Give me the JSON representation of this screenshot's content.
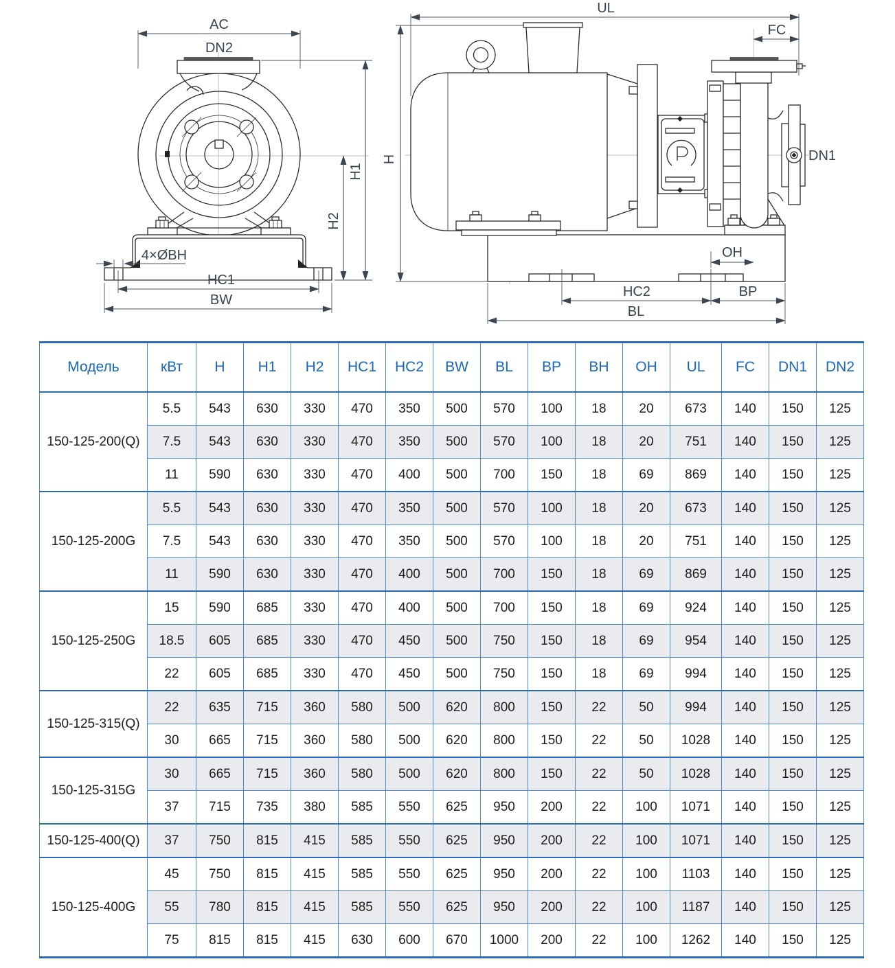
{
  "drawing": {
    "front_view": {
      "labels": {
        "ac": "AC",
        "dn2": "DN2",
        "h1": "H1",
        "h2": "H2",
        "bolt_holes": "4×ØBH",
        "hc1": "HC1",
        "bw": "BW"
      }
    },
    "side_view": {
      "labels": {
        "ul": "UL",
        "fc": "FC",
        "h": "H",
        "dn1": "DN1",
        "oh": "OH",
        "hc2": "HC2",
        "bp": "BP",
        "bl": "BL"
      }
    }
  },
  "table": {
    "headers": [
      "Модель",
      "кВт",
      "H",
      "H1",
      "H2",
      "HC1",
      "HC2",
      "BW",
      "BL",
      "BP",
      "BH",
      "OH",
      "UL",
      "FC",
      "DN1",
      "DN2"
    ],
    "groups": [
      {
        "model": "150-125-200(Q)",
        "rows": [
          [
            "5.5",
            "543",
            "630",
            "330",
            "470",
            "350",
            "500",
            "570",
            "100",
            "18",
            "20",
            "673",
            "140",
            "150",
            "125"
          ],
          [
            "7.5",
            "543",
            "630",
            "330",
            "470",
            "350",
            "500",
            "570",
            "100",
            "18",
            "20",
            "751",
            "140",
            "150",
            "125"
          ],
          [
            "11",
            "590",
            "630",
            "330",
            "470",
            "400",
            "500",
            "700",
            "150",
            "18",
            "69",
            "869",
            "140",
            "150",
            "125"
          ]
        ]
      },
      {
        "model": "150-125-200G",
        "rows": [
          [
            "5.5",
            "543",
            "630",
            "330",
            "470",
            "350",
            "500",
            "570",
            "100",
            "18",
            "20",
            "673",
            "140",
            "150",
            "125"
          ],
          [
            "7.5",
            "543",
            "630",
            "330",
            "470",
            "350",
            "500",
            "570",
            "100",
            "18",
            "20",
            "751",
            "140",
            "150",
            "125"
          ],
          [
            "11",
            "590",
            "630",
            "330",
            "470",
            "400",
            "500",
            "700",
            "150",
            "18",
            "69",
            "869",
            "140",
            "150",
            "125"
          ]
        ]
      },
      {
        "model": "150-125-250G",
        "rows": [
          [
            "15",
            "590",
            "685",
            "330",
            "470",
            "400",
            "500",
            "700",
            "150",
            "18",
            "69",
            "924",
            "140",
            "150",
            "125"
          ],
          [
            "18.5",
            "605",
            "685",
            "330",
            "470",
            "450",
            "500",
            "750",
            "150",
            "18",
            "69",
            "954",
            "140",
            "150",
            "125"
          ],
          [
            "22",
            "605",
            "685",
            "330",
            "470",
            "450",
            "500",
            "750",
            "150",
            "18",
            "69",
            "994",
            "140",
            "150",
            "125"
          ]
        ]
      },
      {
        "model": "150-125-315(Q)",
        "rows": [
          [
            "22",
            "635",
            "715",
            "360",
            "580",
            "500",
            "620",
            "800",
            "150",
            "22",
            "50",
            "994",
            "140",
            "150",
            "125"
          ],
          [
            "30",
            "665",
            "715",
            "360",
            "580",
            "500",
            "620",
            "800",
            "150",
            "22",
            "50",
            "1028",
            "140",
            "150",
            "125"
          ]
        ]
      },
      {
        "model": "150-125-315G",
        "rows": [
          [
            "30",
            "665",
            "715",
            "360",
            "580",
            "500",
            "620",
            "800",
            "150",
            "22",
            "50",
            "1028",
            "140",
            "150",
            "125"
          ],
          [
            "37",
            "715",
            "735",
            "380",
            "585",
            "550",
            "625",
            "950",
            "200",
            "22",
            "100",
            "1071",
            "140",
            "150",
            "125"
          ]
        ]
      },
      {
        "model": "150-125-400(Q)",
        "rows": [
          [
            "37",
            "750",
            "815",
            "415",
            "585",
            "550",
            "625",
            "950",
            "200",
            "22",
            "100",
            "1071",
            "140",
            "150",
            "125"
          ]
        ]
      },
      {
        "model": "150-125-400G",
        "rows": [
          [
            "45",
            "750",
            "815",
            "415",
            "585",
            "550",
            "625",
            "950",
            "200",
            "22",
            "100",
            "1103",
            "140",
            "150",
            "125"
          ],
          [
            "55",
            "780",
            "815",
            "415",
            "585",
            "550",
            "625",
            "950",
            "200",
            "22",
            "100",
            "1187",
            "140",
            "150",
            "125"
          ],
          [
            "75",
            "815",
            "815",
            "415",
            "630",
            "600",
            "670",
            "1000",
            "200",
            "22",
            "100",
            "1262",
            "140",
            "150",
            "125"
          ]
        ]
      }
    ]
  },
  "colors": {
    "header_text": "#1a66b8",
    "border_blue": "#4e8aca",
    "border_strong": "#2a6cb8",
    "row_stripe": "#e9ebee",
    "cell_text": "#1c1c1c",
    "dim_text": "#39434e"
  }
}
